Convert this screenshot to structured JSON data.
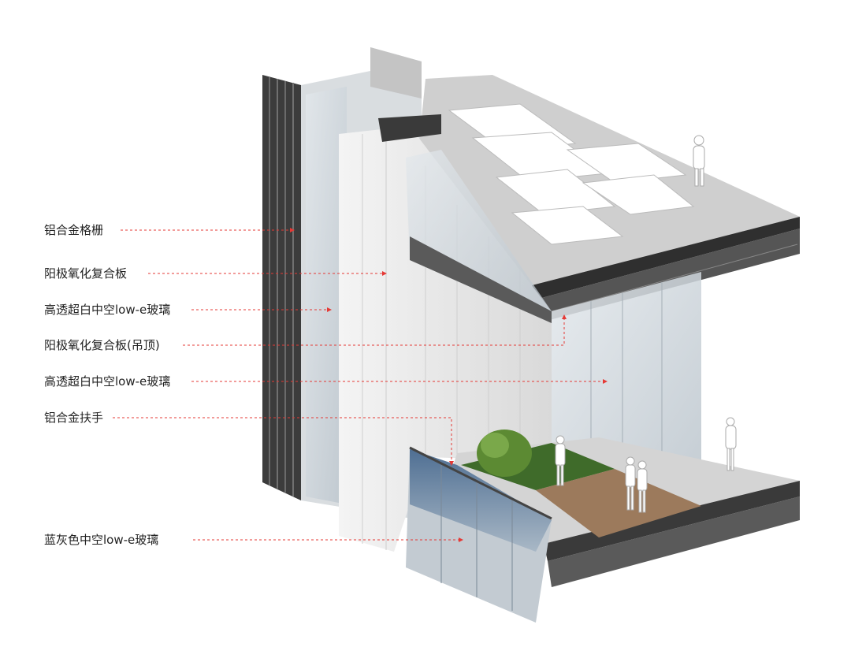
{
  "labels": [
    {
      "id": "aluminum-grille",
      "text": "铝合金格栅"
    },
    {
      "id": "anodized-composite-panel",
      "text": "阳极氧化复合板"
    },
    {
      "id": "lowe-glass-1",
      "text": "高透超白中空low-e玻璃"
    },
    {
      "id": "anodized-composite-panel-ceiling",
      "text": "阳极氧化复合板(吊顶)"
    },
    {
      "id": "lowe-glass-2",
      "text": "高透超白中空low-e玻璃"
    },
    {
      "id": "aluminum-handrail",
      "text": "铝合金扶手"
    },
    {
      "id": "blue-grey-lowe-glass",
      "text": "蓝灰色中空low-e玻璃"
    }
  ],
  "colors": {
    "leader": "#e53935",
    "label_text": "#222222",
    "slab": "#c9c9c9",
    "slab_dark": "#3a3a3a",
    "glass": "#cfd6dc",
    "blue_glass": "#6f89a6",
    "panel": "#eeeeee",
    "grille": "#4a4a4a",
    "wood": "#9c7a5c",
    "grass": "#3f6b2a"
  }
}
